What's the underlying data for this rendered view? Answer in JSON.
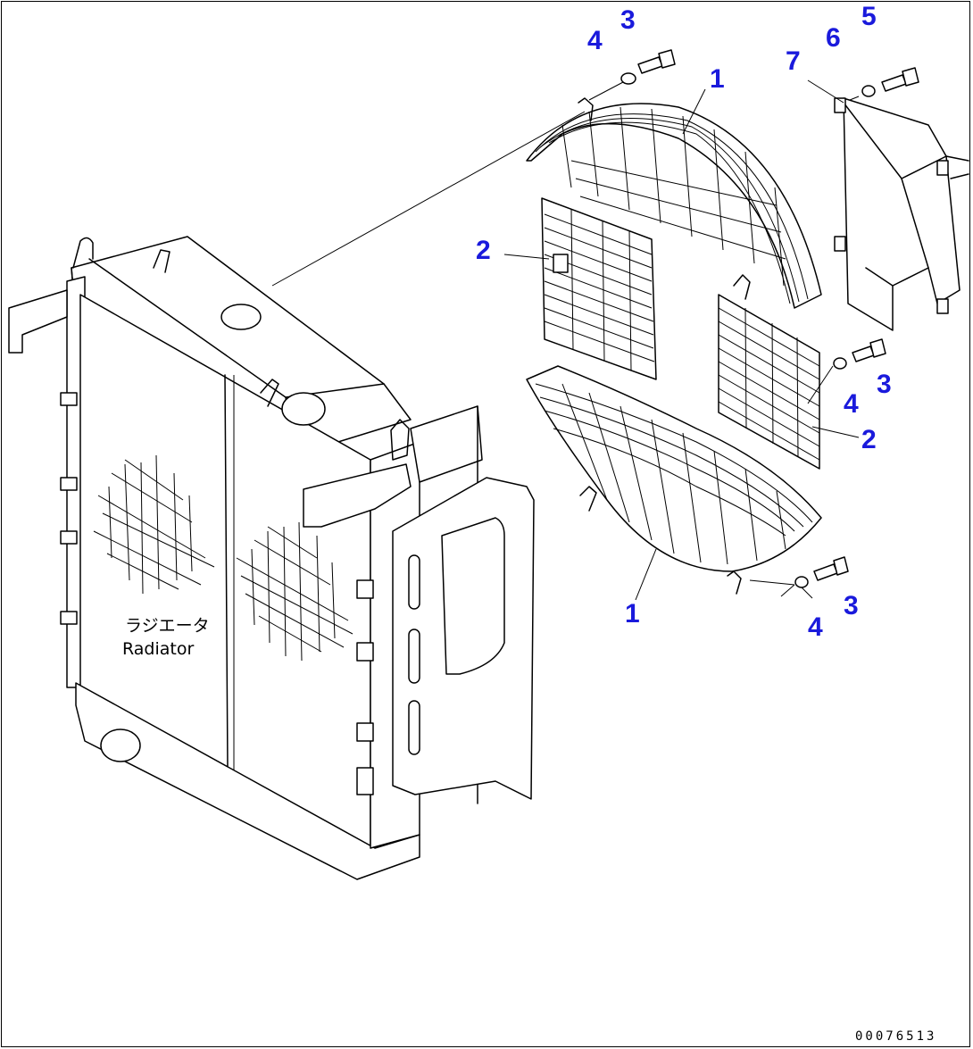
{
  "drawing": {
    "radiator_label_jp": "ラジエータ",
    "radiator_label_en": "Radiator",
    "drawing_code": "00076513"
  },
  "callouts": [
    {
      "id": "c1",
      "text": "3"
    },
    {
      "id": "c2",
      "text": "4"
    },
    {
      "id": "c3",
      "text": "1"
    },
    {
      "id": "c4",
      "text": "5"
    },
    {
      "id": "c5",
      "text": "6"
    },
    {
      "id": "c6",
      "text": "7"
    },
    {
      "id": "c7",
      "text": "2"
    },
    {
      "id": "c8",
      "text": "3"
    },
    {
      "id": "c9",
      "text": "4"
    },
    {
      "id": "c10",
      "text": "2"
    },
    {
      "id": "c11",
      "text": "3"
    },
    {
      "id": "c12",
      "text": "1"
    },
    {
      "id": "c13",
      "text": "4"
    }
  ]
}
